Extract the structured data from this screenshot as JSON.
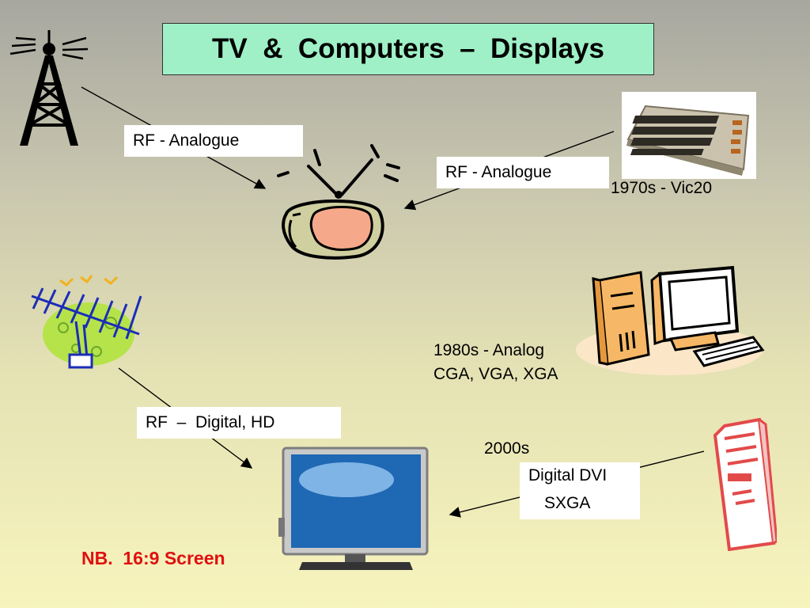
{
  "title": "TV  &  Computers  –  Displays",
  "labels": {
    "rf_tower": "RF - Analogue",
    "rf_computer": "RF - Analogue",
    "vic20": "1970s - Vic20",
    "pc_1980s_line1": "1980s - Analog",
    "pc_1980s_line2": "CGA, VGA, XGA",
    "rf_digital": "RF  –  Digital, HD",
    "era_2000s": "2000s",
    "dvi_line1": "Digital DVI",
    "dvi_line2": "SXGA",
    "note": "NB.  16:9 Screen"
  },
  "icons": {
    "tower": "radio-tower-icon",
    "analog_tv": "analog-tv-icon",
    "vic20": "vic20-computer-icon",
    "pc": "desktop-pc-icon",
    "antenna": "tv-antenna-icon",
    "flat_tv": "flat-screen-tv-icon",
    "tower_case": "tower-case-icon"
  },
  "colors": {
    "title_bg": "#9ff0c6",
    "note": "#e01010"
  }
}
